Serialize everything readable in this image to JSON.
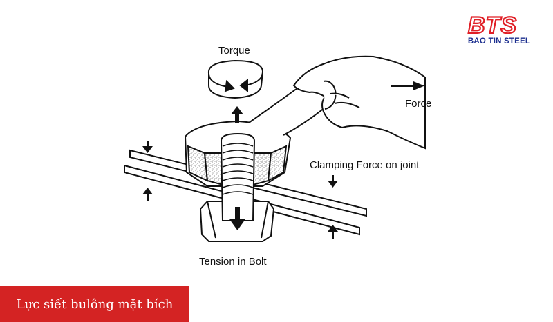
{
  "labels": {
    "torque": "Torque",
    "force": "Force",
    "clamping_force": "Clamping Force on joint",
    "tension": "Tension in Bolt"
  },
  "logo": {
    "mark": "BTS",
    "name": "BAO TIN STEEL",
    "color": "#1c2f8f",
    "accent": "#e01f26"
  },
  "caption": {
    "text": "Lực siết bulông mặt bích",
    "background": "#d42323"
  }
}
